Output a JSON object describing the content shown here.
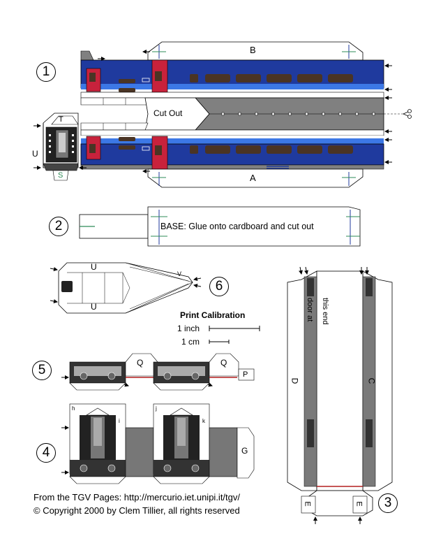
{
  "steps": [
    "1",
    "2",
    "3",
    "4",
    "5",
    "6"
  ],
  "flaps": {
    "a": "A",
    "b": "B",
    "c": "C",
    "d": "D",
    "e": "E",
    "g": "G",
    "p": "P",
    "q": "Q",
    "t": "T",
    "u": "U",
    "v": "V",
    "s": "S",
    "h": "h",
    "i": "i",
    "j": "j",
    "k": "k"
  },
  "labels": {
    "cut_out": "Cut Out",
    "base": "BASE:  Glue onto cardboard and cut out",
    "door_line1": "door at",
    "door_line2": "this end"
  },
  "calibration": {
    "title": "Print Calibration",
    "inch": "1 inch",
    "cm": "1 cm"
  },
  "footer": {
    "source": "From the TGV Pages: http://mercurio.iet.unipi.it/tgv/",
    "copyright": "© Copyright 2000 by Clem Tillier, all rights reserved"
  },
  "colors": {
    "body_blue": "#1f3a9e",
    "stripe_light_blue": "#3c78e6",
    "door_red": "#c8223c",
    "roof_gray": "#808080",
    "window_brown": "#4a3424",
    "fold_line_green": "#2e8b57",
    "accent_red": "#b41e1e"
  }
}
